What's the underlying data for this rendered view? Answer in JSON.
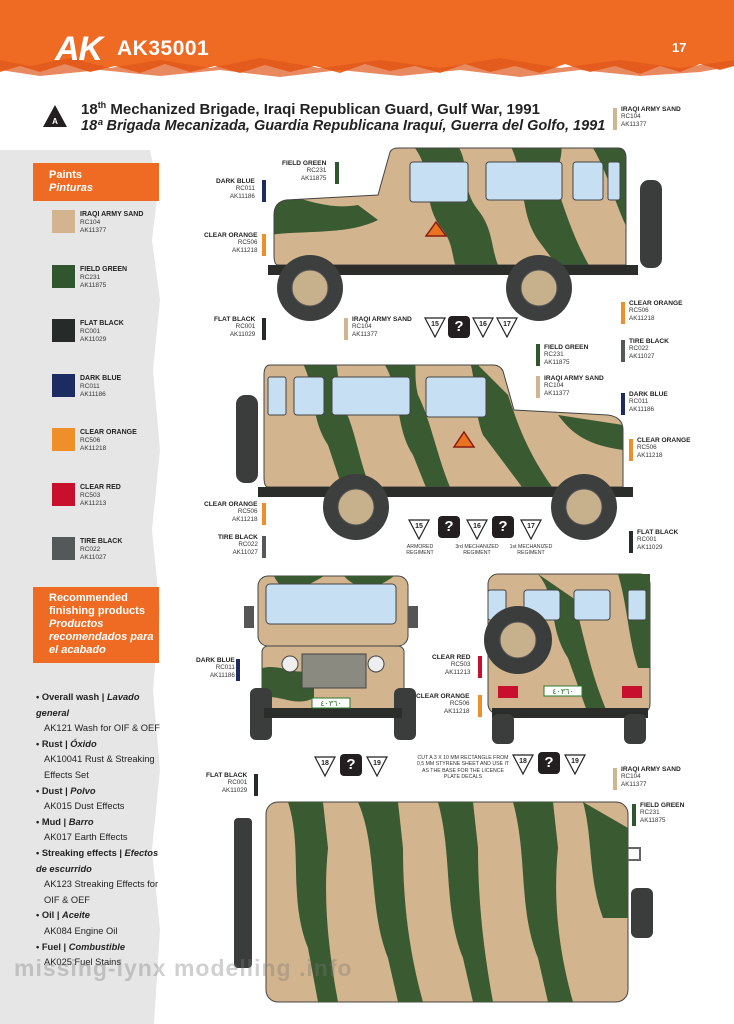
{
  "header": {
    "brand": "AK",
    "code": "AK35001",
    "page_number": "17",
    "accent_color": "#ef6a23"
  },
  "title": {
    "marker": "A",
    "line1_pre": "18",
    "line1_sup": "th",
    "line1_post": " Mechanized Brigade, Iraqi Republican Guard, Gulf War, 1991",
    "line2": "18ª Brigada Mecanizada, Guardia Republicana Iraquí, Guerra del Golfo, 1991"
  },
  "sidebar": {
    "paints_title": "Paints",
    "paints_subtitle": "Pinturas",
    "paints": [
      {
        "name": "IRAQI ARMY SAND",
        "code1": "RC104",
        "code2": "AK11377",
        "color": "#d2b48e"
      },
      {
        "name": "FIELD GREEN",
        "code1": "RC231",
        "code2": "AK11875",
        "color": "#31552c"
      },
      {
        "name": "FLAT BLACK",
        "code1": "RC001",
        "code2": "AK11029",
        "color": "#262a28"
      },
      {
        "name": "DARK BLUE",
        "code1": "RC011",
        "code2": "AK11186",
        "color": "#1c2c63"
      },
      {
        "name": "CLEAR ORANGE",
        "code1": "RC506",
        "code2": "AK11218",
        "color": "#ef8f2a"
      },
      {
        "name": "CLEAR RED",
        "code1": "RC503",
        "code2": "AK11213",
        "color": "#c8102e"
      },
      {
        "name": "TIRE BLACK",
        "code1": "RC022",
        "code2": "AK11027",
        "color": "#555859"
      }
    ],
    "finishing_title": "Recommended finishing products",
    "finishing_subtitle": "Productos recomendados para el acabado",
    "finishing": [
      {
        "en": "Overall wash |",
        "es": "Lavado general",
        "product": "AK121 Wash for OIF & OEF"
      },
      {
        "en": "Rust |",
        "es": "Óxido",
        "product": "AK10041 Rust & Streaking Effects Set"
      },
      {
        "en": "Dust |",
        "es": "Polvo",
        "product": "AK015 Dust Effects"
      },
      {
        "en": "Mud |",
        "es": "Barro",
        "product": "AK017 Earth Effects"
      },
      {
        "en": "Streaking effects |",
        "es": "Efectos de escurrido",
        "product": "AK123 Streaking Effects for OIF & OEF"
      },
      {
        "en": "Oil |",
        "es": "Aceite",
        "product": "AK084 Engine Oil"
      },
      {
        "en": "Fuel |",
        "es": "Combustible",
        "product": "AK025 Fuel Stains"
      }
    ]
  },
  "callouts": {
    "v1_field_green": [
      "FIELD GREEN",
      "RC231",
      "AK11875"
    ],
    "v1_dark_blue": [
      "DARK BLUE",
      "RC011",
      "AK11186"
    ],
    "v1_clear_orange_l": [
      "CLEAR ORANGE",
      "RC506",
      "AK11218"
    ],
    "v1_flat_black": [
      "FLAT BLACK",
      "RC001",
      "AK11029"
    ],
    "v1_iraqi_sand_b": [
      "IRAQI ARMY SAND",
      "RC104",
      "AK11377"
    ],
    "v1_iraqi_sand_t": [
      "IRAQI ARMY SAND",
      "RC104",
      "AK11377"
    ],
    "v1_clear_orange_r": [
      "CLEAR ORANGE",
      "RC506",
      "AK11218"
    ],
    "v1_tire_black": [
      "TIRE BLACK",
      "RC022",
      "AK11027"
    ],
    "v2_field_green": [
      "FIELD GREEN",
      "RC231",
      "AK11875"
    ],
    "v2_iraqi_sand": [
      "IRAQI ARMY SAND",
      "RC104",
      "AK11377"
    ],
    "v2_dark_blue": [
      "DARK BLUE",
      "RC011",
      "AK11186"
    ],
    "v2_clear_orange_r": [
      "CLEAR ORANGE",
      "RC506",
      "AK11218"
    ],
    "v2_clear_orange_l": [
      "CLEAR ORANGE",
      "RC506",
      "AK11218"
    ],
    "v2_tire_black": [
      "TIRE BLACK",
      "RC022",
      "AK11027"
    ],
    "v2_flat_black": [
      "FLAT BLACK",
      "RC001",
      "AK11029"
    ],
    "v3_dark_blue": [
      "DARK BLUE",
      "RC011",
      "AK11186"
    ],
    "v3_clear_red": [
      "CLEAR RED",
      "RC503",
      "AK11213"
    ],
    "v3_clear_orange": [
      "CLEAR ORANGE",
      "RC506",
      "AK11218"
    ],
    "v4_flat_black": [
      "FLAT BLACK",
      "RC001",
      "AK11029"
    ],
    "v4_iraqi_sand": [
      "IRAQI ARMY SAND",
      "RC104",
      "AK11377"
    ],
    "v4_field_green": [
      "FIELD GREEN",
      "RC231",
      "AK11875"
    ]
  },
  "decals": {
    "row1": [
      "15",
      "?",
      "16",
      "17"
    ],
    "row2": [
      "15",
      "?",
      "16",
      "?",
      "17"
    ],
    "row2_labels": [
      "ARMORED REGIMENT",
      "3rd MECHANIZED REGIMENT",
      "1st MECHANIZED REGIMENT"
    ],
    "front": [
      "18",
      "?",
      "19"
    ],
    "rear": [
      "18",
      "?",
      "19"
    ],
    "plate_note": "CUT A 3 X 10 MM RECTANGLE FROM 0,5 MM STYRENE SHEET AND USE IT AS THE BASE FOR THE LICENCE PLATE DECALS",
    "plate_text": "٤٠٣٦٠"
  },
  "watermark": "missing-lynx modelling .info"
}
